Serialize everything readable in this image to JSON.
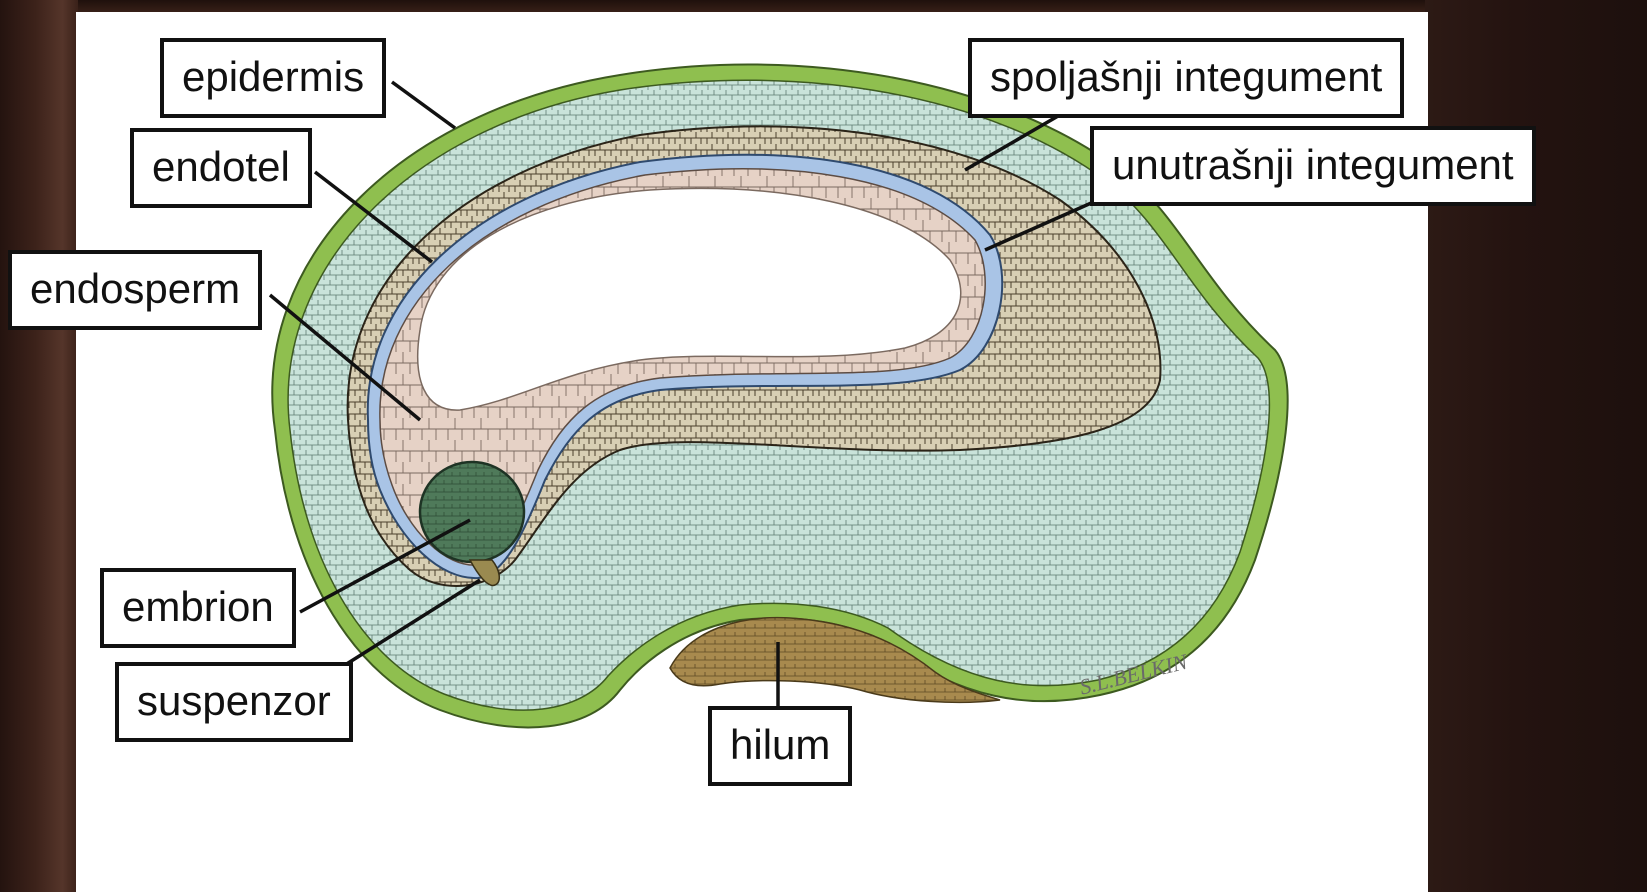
{
  "labels": {
    "epidermis": "epidermis",
    "endotel": "endotel",
    "endosperm": "endosperm",
    "embrion": "embrion",
    "suspenzor": "suspenzor",
    "hilum": "hilum",
    "spoljasnji_integument": "spoljašnji integument",
    "unutrasnji_integument": "unutrašnji integument"
  },
  "artist_signature": "S.L.BELKIN",
  "colors": {
    "epidermis": "#8fbf4f",
    "outer_integument": "#c9e3da",
    "inner_integument": "#d8cfb4",
    "endotel": "#a9c4e6",
    "endosperm": "#e6d2c6",
    "embryo": "#4f7a5a",
    "hilum": "#a88a4e",
    "label_border": "#111111"
  }
}
